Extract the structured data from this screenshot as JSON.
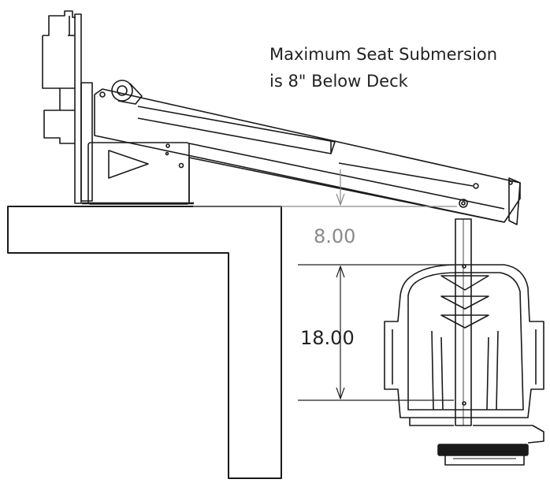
{
  "annotation": {
    "line1": "Maximum Seat Submersion",
    "line2": "is 8\" Below Deck"
  },
  "dimensions": {
    "submersion": "8.00",
    "seat_height": "18.00"
  },
  "colors": {
    "line": "#1a1a1a",
    "dimension_gray": "#8a8a8a",
    "dimension_dark": "#222222",
    "background": "#ffffff"
  }
}
